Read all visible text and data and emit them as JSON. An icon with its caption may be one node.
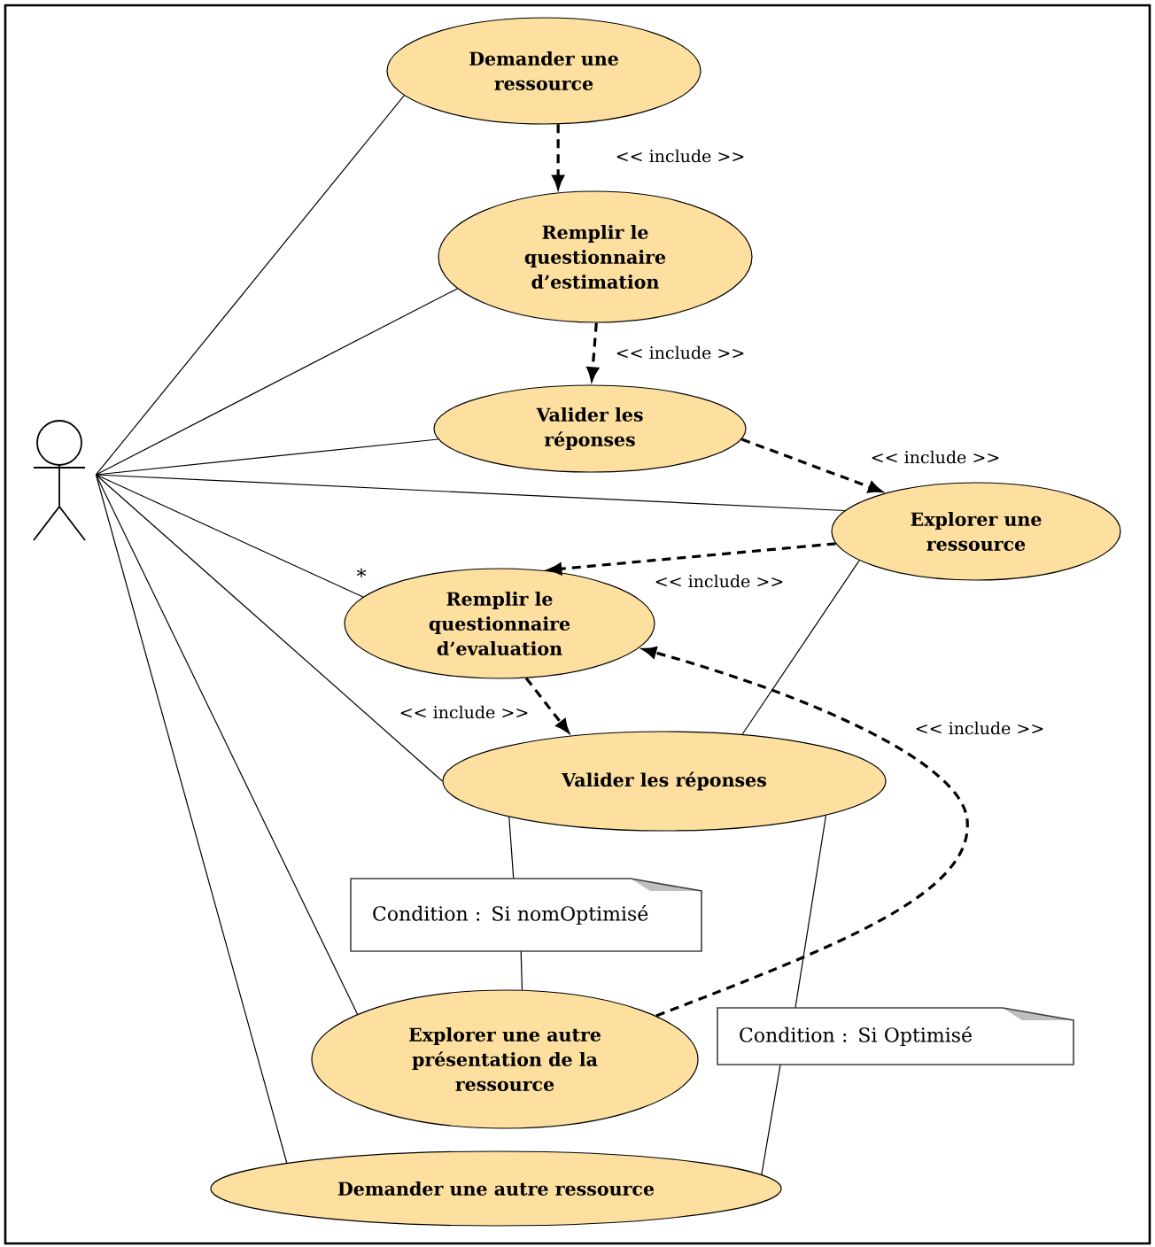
{
  "diagram": {
    "nodes": [
      {
        "text": [],
        "shape": "person"
      },
      {
        "text": [
          "Demander une ressource"
        ]
      },
      {
        "text": [
          "Remplir le questionnaire d’estimation"
        ]
      },
      {
        "text": [
          "Valider les réponses"
        ]
      },
      {
        "text": [
          "Explorer une ressource"
        ]
      },
      {
        "text": [
          "Remplir le questionnaire d’evaluation"
        ]
      },
      {
        "text": [
          "Valider les réponses"
        ]
      },
      {
        "text": [
          "Condition : Si nomOptimisé"
        ]
      },
      {
        "text": [
          "Explorer une autre présentation de la ressource"
        ]
      },
      {
        "text": [
          "Condition : Si Optimisé"
        ]
      },
      {
        "text": [
          "Demander une autre ressource"
        ]
      }
    ],
    "edges": [
      {
        "from": 0,
        "to": 1,
        "arrow": "none"
      },
      {
        "from": 0,
        "to": 2,
        "arrow": "none"
      },
      {
        "from": 0,
        "to": 3,
        "arrow": "none"
      },
      {
        "from": 0,
        "to": 4,
        "arrow": "none"
      },
      {
        "from": 0,
        "to": 5,
        "arrow": "none",
        "label": "*"
      },
      {
        "from": 0,
        "to": 6,
        "arrow": "none"
      },
      {
        "from": 0,
        "to": 8,
        "arrow": "none"
      },
      {
        "from": 0,
        "to": 10,
        "arrow": "none"
      },
      {
        "from": 1,
        "to": 2,
        "arrow": "to",
        "style": "dashed",
        "label": "<< include >>"
      },
      {
        "from": 2,
        "to": 3,
        "arrow": "to",
        "style": "dashed",
        "label": "<< include >>"
      },
      {
        "from": 3,
        "to": 4,
        "arrow": "to",
        "style": "dashed",
        "label": "<< include >>"
      },
      {
        "from": 4,
        "to": 5,
        "arrow": "to",
        "style": "dashed",
        "label": "<< include >>"
      },
      {
        "from": 5,
        "to": 6,
        "arrow": "to",
        "style": "dashed",
        "label": "<< include >>"
      },
      {
        "from": 8,
        "to": 5,
        "arrow": "to",
        "style": "dashed",
        "label": "<< include >>"
      },
      {
        "from": 4,
        "to": 6,
        "arrow": "none"
      },
      {
        "from": 6,
        "to": 7,
        "arrow": "none"
      },
      {
        "from": 7,
        "to": 8,
        "arrow": "none"
      },
      {
        "from": 6,
        "to": 9,
        "arrow": "none"
      },
      {
        "from": 9,
        "to": 10,
        "arrow": "none"
      }
    ]
  }
}
